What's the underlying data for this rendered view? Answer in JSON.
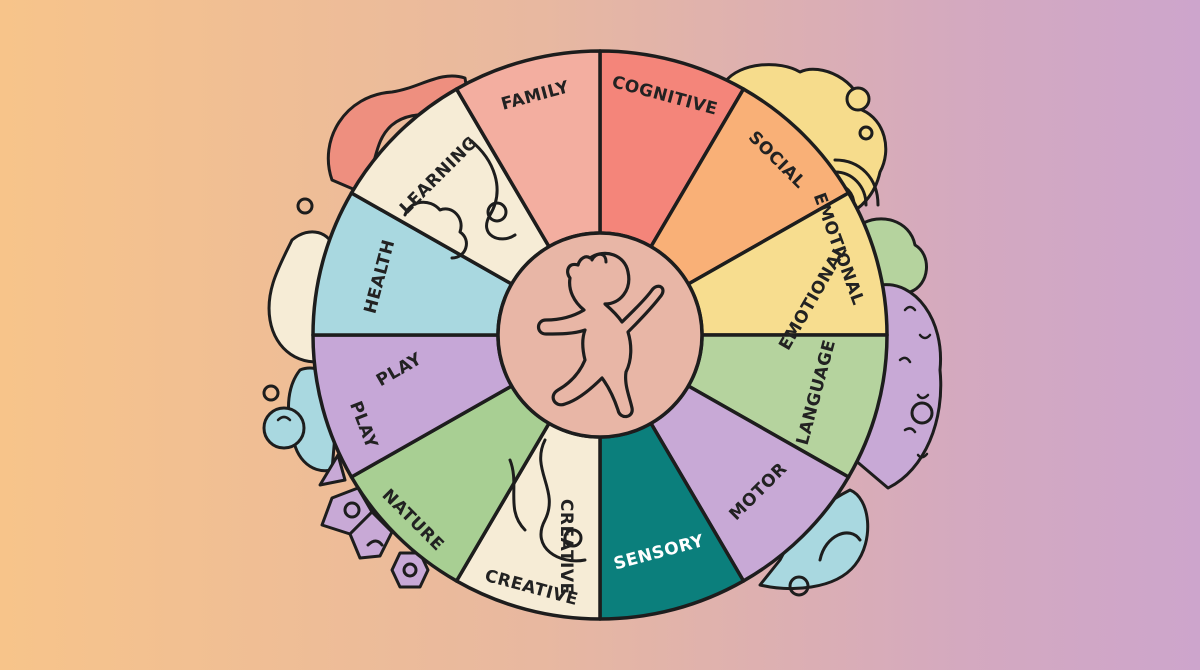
{
  "wheel": {
    "segments": [
      {
        "key": "cognitive",
        "color": "#f4857a",
        "labels": [
          {
            "text": "COGNITIVE",
            "color": "#222222"
          }
        ]
      },
      {
        "key": "social",
        "color": "#f9b077",
        "labels": [
          {
            "text": "SOCIAL",
            "color": "#222222"
          }
        ]
      },
      {
        "key": "emotional",
        "color": "#f7dd8f",
        "labels": [
          {
            "text": "EMOTIONAL",
            "color": "#222222"
          },
          {
            "text": "EMOTIONAL",
            "color": "#222222"
          }
        ]
      },
      {
        "key": "language",
        "color": "#b5d39e",
        "labels": [
          {
            "text": "LANGUAGE",
            "color": "#222222"
          }
        ]
      },
      {
        "key": "motor",
        "color": "#c8a9d6",
        "labels": [
          {
            "text": "MOTOR",
            "color": "#222222"
          }
        ]
      },
      {
        "key": "sensory",
        "color": "#0b7f7c",
        "labels": [
          {
            "text": "SENSORY",
            "color": "#ffffff"
          }
        ]
      },
      {
        "key": "creative",
        "color": "#f6ecd6",
        "labels": [
          {
            "text": "CREATIVE",
            "color": "#222222"
          },
          {
            "text": "CREATIVE",
            "color": "#222222"
          }
        ]
      },
      {
        "key": "nature",
        "color": "#a8cf93",
        "labels": [
          {
            "text": "NATURE",
            "color": "#222222"
          }
        ]
      },
      {
        "key": "play",
        "color": "#c6a7d7",
        "labels": [
          {
            "text": "PLAY",
            "color": "#222222"
          },
          {
            "text": "PLAY",
            "color": "#222222"
          }
        ]
      },
      {
        "key": "health",
        "color": "#a9d8e0",
        "labels": [
          {
            "text": "HEALTH",
            "color": "#222222"
          }
        ]
      },
      {
        "key": "learning",
        "color": "#f6ecd6",
        "labels": [
          {
            "text": "LEARNING",
            "color": "#222222"
          }
        ]
      },
      {
        "key": "family",
        "color": "#f3aea0",
        "labels": [
          {
            "text": "FAMILY",
            "color": "#222222"
          }
        ]
      }
    ],
    "center": {
      "color": "#e8b6a6",
      "icon": "child-icon"
    },
    "outline_color": "#1d1d1d"
  },
  "decorations": {
    "colors": {
      "coral": "#ee8f7f",
      "yellow": "#f6dc8c",
      "green": "#b5d39e",
      "purple": "#c8a9d6",
      "blue": "#a9d8e0",
      "cream": "#f6ecd6"
    }
  }
}
